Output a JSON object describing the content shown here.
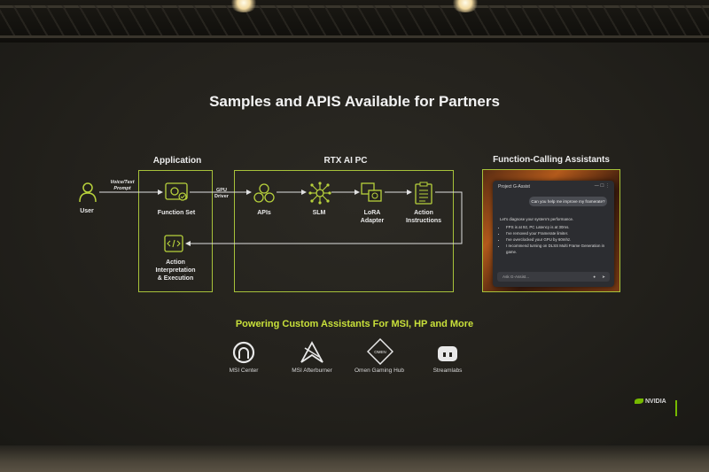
{
  "title": "Samples and APIS Available for Partners",
  "sections": {
    "application": "Application",
    "rtx": "RTX AI PC",
    "assistants": "Function-Calling Assistants"
  },
  "flow": {
    "user": "User",
    "voice_prompt": [
      "Voice/Text",
      "Prompt"
    ],
    "function_set": "Function Set",
    "gpu_driver": [
      "GPU",
      "Driver"
    ],
    "apis": "APIs",
    "slm": "SLM",
    "lora": [
      "LoRA",
      "Adapter"
    ],
    "action_instructions": [
      "Action",
      "Instructions"
    ],
    "action_exec": [
      "Action",
      "Interpretation",
      "& Execution"
    ]
  },
  "assistant_window": {
    "app_title": "Project G-Assist",
    "question": "Can you help me improve my framerate?",
    "intro": "Let's diagnose your system's performance.",
    "bullets": [
      "FPS is at 92, PC Latency is at 30ms.",
      "I've removed your Framerate limiter.",
      "I've overclocked your GPU by 60mhz.",
      "I recommend turning on DLSS Multi Frame Generation in game."
    ],
    "input_placeholder": "Ask G-Assist..."
  },
  "powering": "Powering Custom Assistants For MSI, HP and More",
  "partners": [
    {
      "label": "MSI Center",
      "icon": "msi-center-icon"
    },
    {
      "label": "MSI Afterburner",
      "icon": "msi-afterburner-icon"
    },
    {
      "label": "Omen Gaming Hub",
      "icon": "omen-icon"
    },
    {
      "label": "Streamlabs",
      "icon": "streamlabs-icon"
    }
  ],
  "brand": "NVIDIA",
  "colors": {
    "accent": "#a7c23a",
    "nvidia_green": "#76b900",
    "background": "#23211c"
  }
}
